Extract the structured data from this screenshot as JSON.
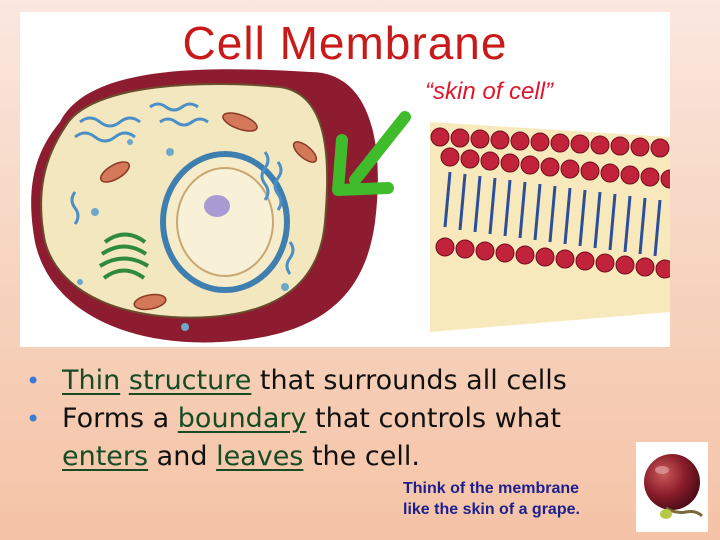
{
  "slide": {
    "title": "Cell Membrane",
    "subtitle": "“skin of cell”",
    "bullets": [
      {
        "parts": [
          "Thin",
          " ",
          "structure",
          " that surrounds all cells"
        ]
      },
      {
        "parts": [
          "Forms a ",
          "boundary",
          " that controls what"
        ]
      },
      {
        "parts": [
          "enters",
          " and ",
          "leaves",
          " the cell."
        ]
      }
    ],
    "note_line1": "Think of the membrane",
    "note_line2": "like the skin of a grape.",
    "colors": {
      "title": "#c91a1a",
      "keyword": "#174b22",
      "note": "#1d1f8c",
      "bullet": "#3b7bd6"
    },
    "icons": {
      "arrow": "green-arrow-icon",
      "grape": "grape-icon"
    }
  }
}
